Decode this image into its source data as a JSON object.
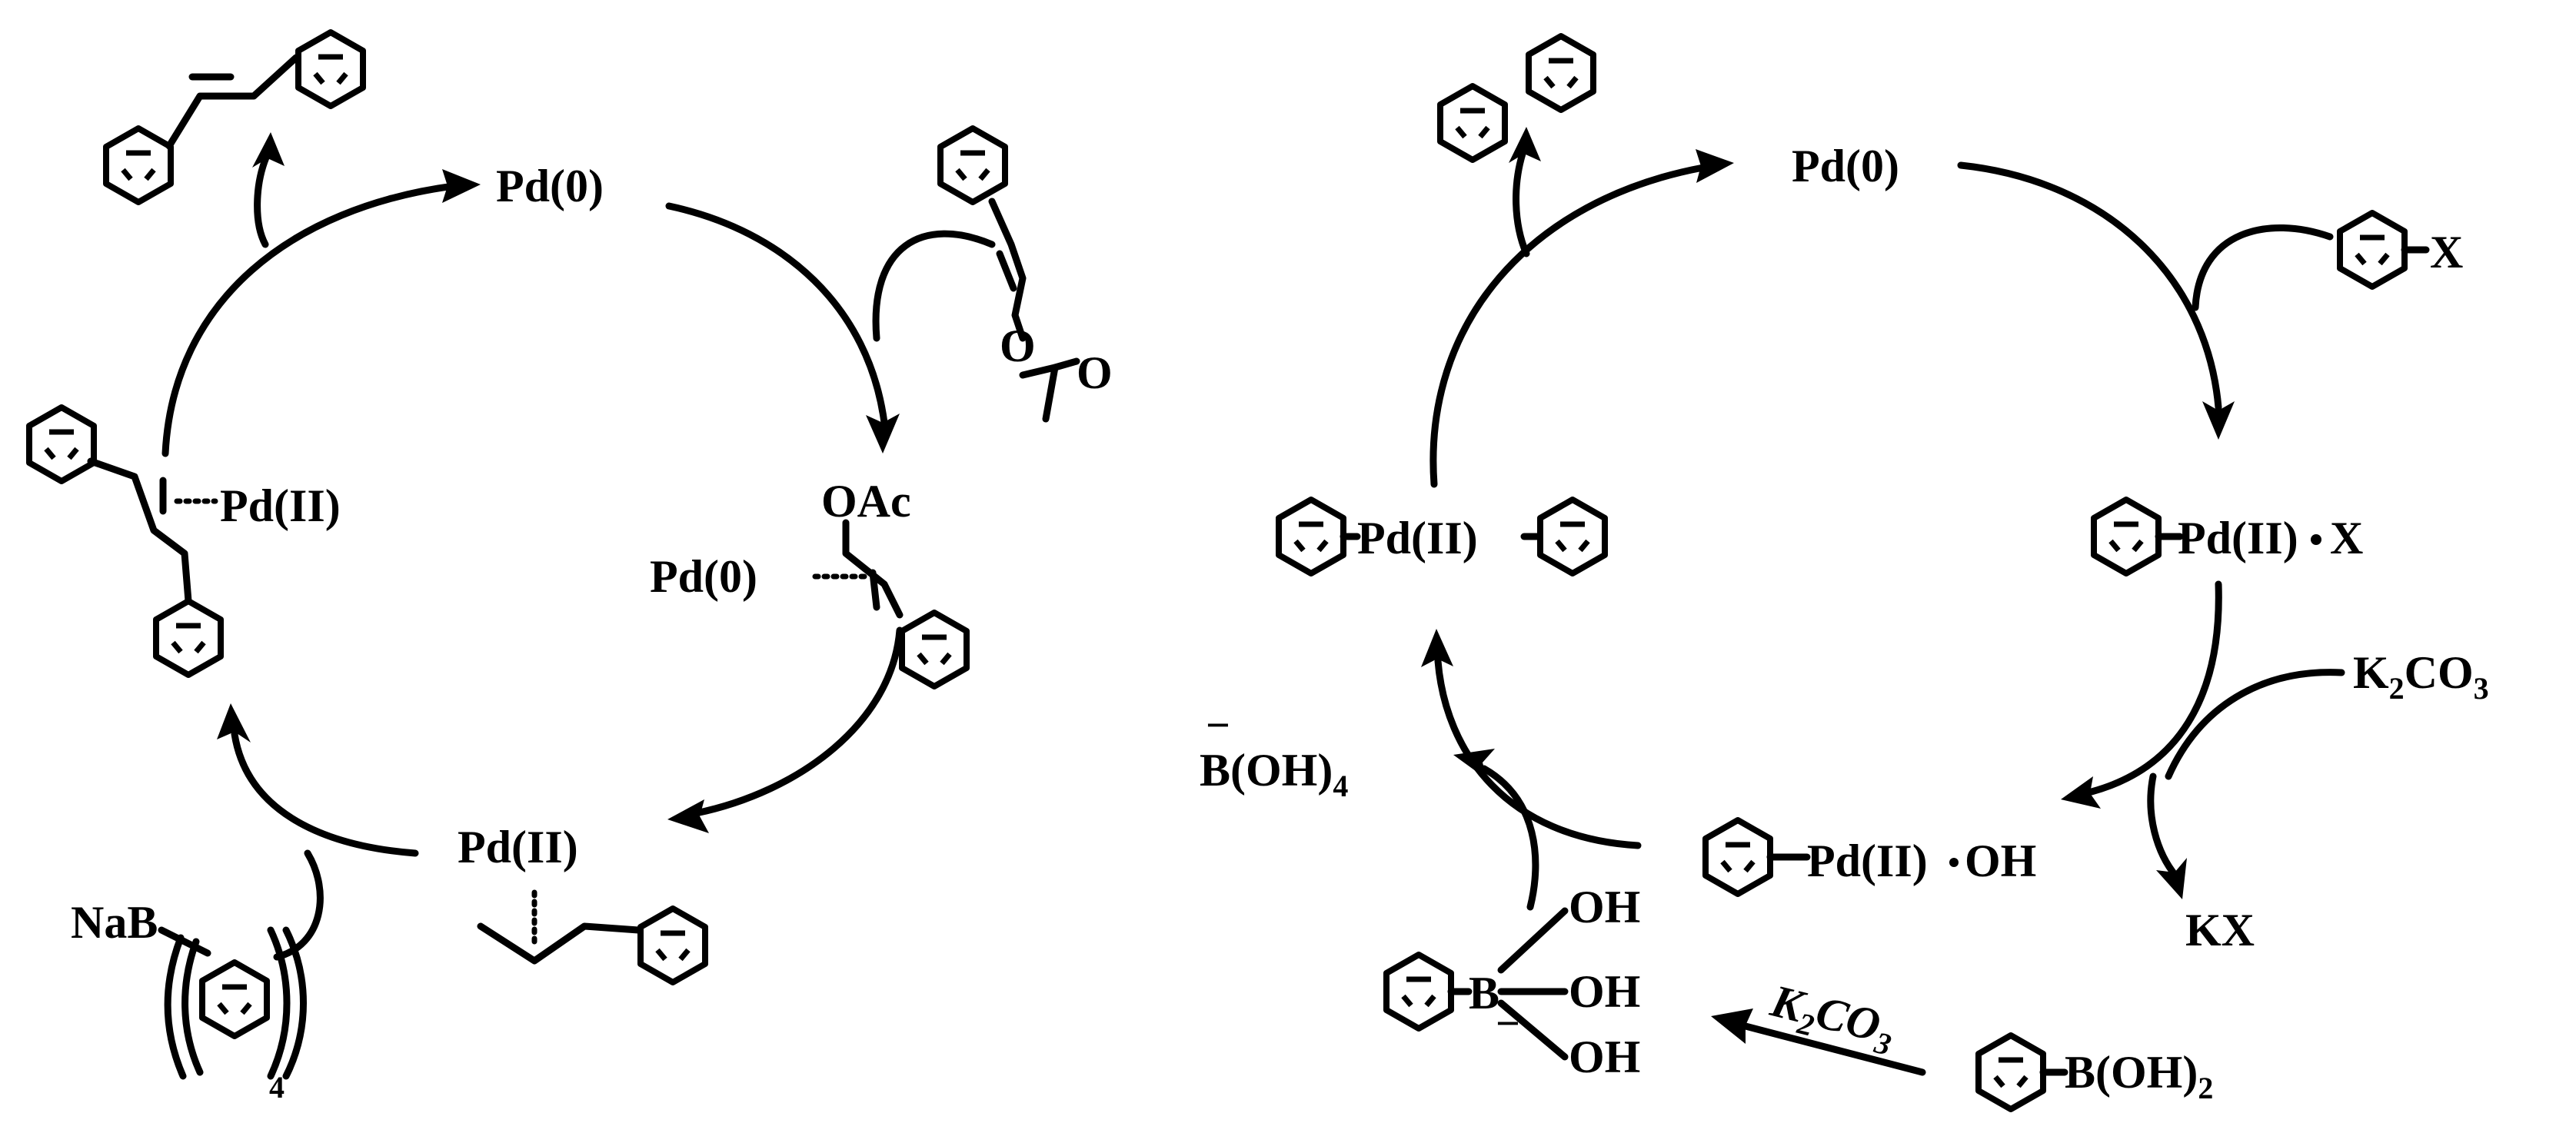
{
  "left_cycle": {
    "top": "Pd(0)",
    "left": "Pd(II)",
    "right_oac": "OAc",
    "right_pd": "Pd(0)",
    "bottom": "Pd(II)",
    "acetate_O1": "O",
    "acetate_O2": "O",
    "reagent_main": "NaB",
    "reagent_sub": "4"
  },
  "right_cycle": {
    "top": "Pd(0)",
    "aryl_halide_x": "X",
    "right_pd": "Pd(II)",
    "right_x": "X",
    "k2co3_top_a": "K",
    "k2co3_top_b": "2",
    "k2co3_top_c": "CO",
    "k2co3_top_d": "3",
    "pd_oh_pd": "Pd(II)",
    "pd_oh_oh": "OH",
    "kx": "KX",
    "left_pd": "Pd(II)",
    "borate_main": "B(OH)",
    "borate_sub": "4",
    "borate_charge": "−",
    "boronate_B": "B",
    "boronate_oh1": "OH",
    "boronate_oh2": "OH",
    "boronate_oh3": "OH",
    "k2co3_bot_a": "K",
    "k2co3_bot_b": "2",
    "k2co3_bot_c": "CO",
    "k2co3_bot_d": "3",
    "boronic_main": "B(OH)",
    "boronic_sub": "2"
  }
}
